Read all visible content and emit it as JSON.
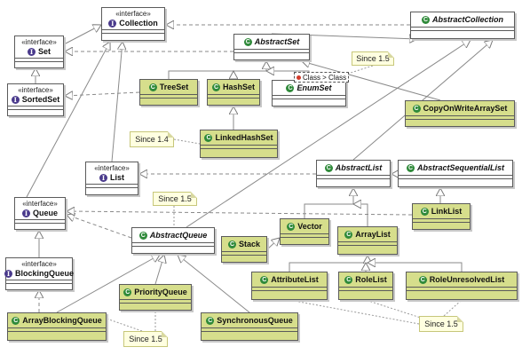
{
  "classes": {
    "collection": {
      "stereotype": "«interface»",
      "name": "Collection"
    },
    "abstract_collection": {
      "name": "AbstractCollection"
    },
    "set": {
      "stereotype": "«interface»",
      "name": "Set"
    },
    "abstract_set": {
      "name": "AbstractSet"
    },
    "sorted_set": {
      "stereotype": "«interface»",
      "name": "SortedSet"
    },
    "tree_set": {
      "name": "TreeSet"
    },
    "hash_set": {
      "name": "HashSet"
    },
    "enum_set": {
      "name": "EnumSet"
    },
    "copy_on_write_array_set": {
      "name": "CopyOnWriteArraySet"
    },
    "linked_hash_set": {
      "name": "LinkedHashSet"
    },
    "list": {
      "stereotype": "«interface»",
      "name": "List"
    },
    "abstract_list": {
      "name": "AbstractList"
    },
    "abstract_sequential_list": {
      "name": "AbstractSequentialList"
    },
    "queue": {
      "stereotype": "«interface»",
      "name": "Queue"
    },
    "abstract_queue": {
      "name": "AbstractQueue"
    },
    "vector": {
      "name": "Vector"
    },
    "stack": {
      "name": "Stack"
    },
    "array_list": {
      "name": "ArrayList"
    },
    "link_list": {
      "name": "LinkList"
    },
    "blocking_queue": {
      "stereotype": "«interface»",
      "name": "BlockingQueue"
    },
    "priority_queue": {
      "name": "PriorityQueue"
    },
    "attribute_list": {
      "name": "AttributeList"
    },
    "role_list": {
      "name": "RoleList"
    },
    "role_unresolved_list": {
      "name": "RoleUnresolvedList"
    },
    "array_blocking_queue": {
      "name": "ArrayBlockingQueue"
    },
    "synchronous_queue": {
      "name": "SynchronousQueue"
    }
  },
  "template_param": "Class > Class",
  "notes": {
    "since_15_enumset": "Since 1.5",
    "since_14": "Since 1.4",
    "since_15_queue": "Since 1.5",
    "since_15_blocking": "Since 1.5",
    "since_15_lists": "Since 1.5"
  },
  "icons": {
    "interface": "I",
    "class": "C"
  },
  "colors": {
    "concrete_class_fill": "#d6de8c",
    "abstract_class_fill": "#ffffff",
    "note_fill": "#ffffe0",
    "interface_icon": "#4a3a8c",
    "class_icon": "#2f8a3a"
  }
}
